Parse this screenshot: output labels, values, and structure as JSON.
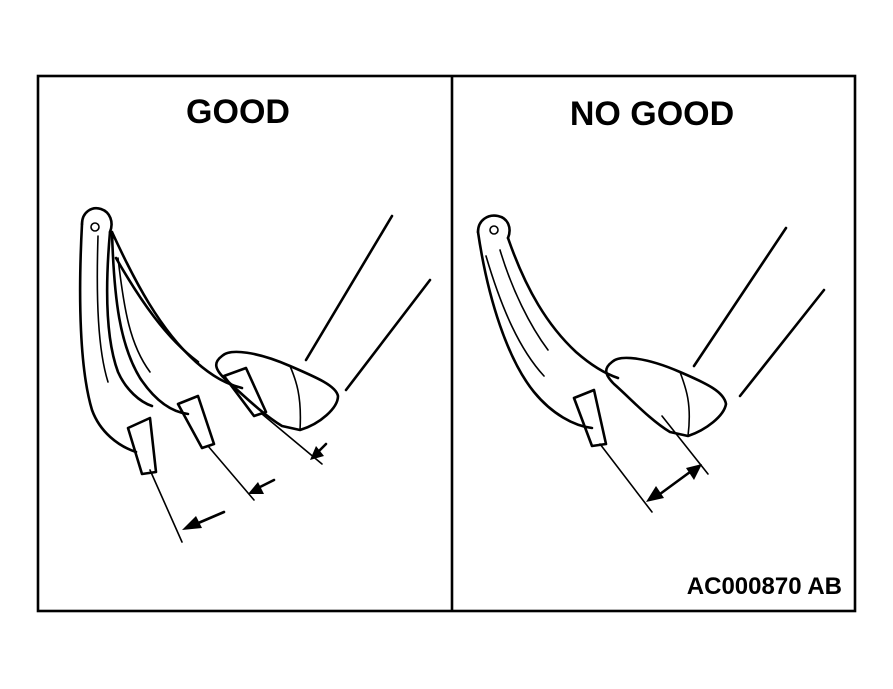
{
  "panels": {
    "left": {
      "title": "GOOD",
      "arrow_style": "single-headed, pointing away from pedal (three pedal positions)"
    },
    "right": {
      "title": "NO GOOD",
      "arrow_style": "double-headed (pedal travel)"
    }
  },
  "figure_code": "AC000870 AB",
  "colors": {
    "line": "#000000",
    "background": "#ffffff"
  }
}
